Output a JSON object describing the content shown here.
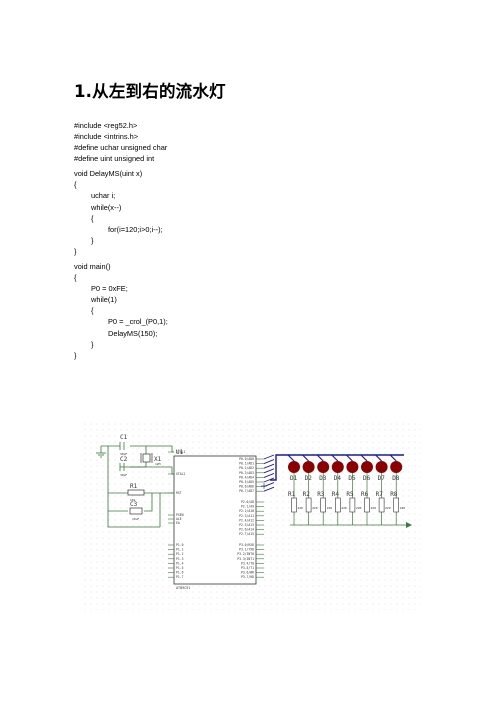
{
  "document": {
    "title": "1.从左到右的流水灯",
    "code_lines": [
      {
        "indent": 0,
        "text": "#include <reg52.h>"
      },
      {
        "indent": 0,
        "text": "#include <intrins.h>"
      },
      {
        "indent": 0,
        "text": "#define uchar unsigned char"
      },
      {
        "indent": 0,
        "text": "#define uint unsigned int",
        "gap_after": true
      },
      {
        "indent": 0,
        "text": "void DelayMS(uint x)"
      },
      {
        "indent": 0,
        "text": "{"
      },
      {
        "indent": 1,
        "text": "uchar i;"
      },
      {
        "indent": 1,
        "text": "while(x--)"
      },
      {
        "indent": 1,
        "text": "{"
      },
      {
        "indent": 2,
        "text": "for(i=120;i>0;i--);"
      },
      {
        "indent": 1,
        "text": "}"
      },
      {
        "indent": 0,
        "text": "}",
        "gap_after": true
      },
      {
        "indent": 0,
        "text": "void main()"
      },
      {
        "indent": 0,
        "text": "{"
      },
      {
        "indent": 1,
        "text": "P0 = 0xFE;"
      },
      {
        "indent": 1,
        "text": "while(1)"
      },
      {
        "indent": 1,
        "text": "{"
      },
      {
        "indent": 2,
        "text": "P0 = _crol_(P0,1);"
      },
      {
        "indent": 2,
        "text": "DelayMS(150);"
      },
      {
        "indent": 1,
        "text": "}"
      },
      {
        "indent": 0,
        "text": "}"
      }
    ]
  },
  "schematic": {
    "chip_label": "U1",
    "chip_part": "AT89C51",
    "components": {
      "c1": "C1",
      "c1_value": "30pF",
      "c2": "C2",
      "c2_value": "30pF",
      "c3": "C3",
      "c3_value": "10uF",
      "x1": "X1",
      "x1_value": "12M",
      "r1": "R1",
      "r1_value": "10k"
    },
    "chip_pins_left": [
      "XTAL1",
      "XTAL2",
      "RST",
      "PSEN",
      "ALE",
      "EA"
    ],
    "chip_pins_left_p1": [
      "P1.0",
      "P1.1",
      "P1.2",
      "P1.3",
      "P1.4",
      "P1.5",
      "P1.6",
      "P1.7"
    ],
    "chip_pins_right_p0": [
      "P0.0/AD0",
      "P0.1/AD1",
      "P0.2/AD2",
      "P0.3/AD3",
      "P0.4/AD4",
      "P0.5/AD5",
      "P0.6/AD6",
      "P0.7/AD7"
    ],
    "chip_pins_right_p2": [
      "P2.0/A8",
      "P2.1/A9",
      "P2.2/A10",
      "P2.3/A11",
      "P2.4/A12",
      "P2.5/A13",
      "P2.6/A14",
      "P2.7/A15"
    ],
    "chip_pins_right_p3": [
      "P3.0/RXD",
      "P3.1/TXD",
      "P3.2/INT0",
      "P3.3/INT1",
      "P3.4/T0",
      "P3.5/T1",
      "P3.6/WR",
      "P3.7/RD"
    ],
    "leds": [
      "D1",
      "D2",
      "D3",
      "D4",
      "D5",
      "D6",
      "D7",
      "D8"
    ],
    "resistors": [
      "R1",
      "R2",
      "R3",
      "R4",
      "R5",
      "R6",
      "R7",
      "R8"
    ],
    "resistor_value": "220",
    "colors": {
      "wire": "#3a7a3a",
      "bus": "#1a1a9a",
      "led": "#8b0000",
      "chip": "#ffffff",
      "grid": "#e4e4e4"
    }
  }
}
